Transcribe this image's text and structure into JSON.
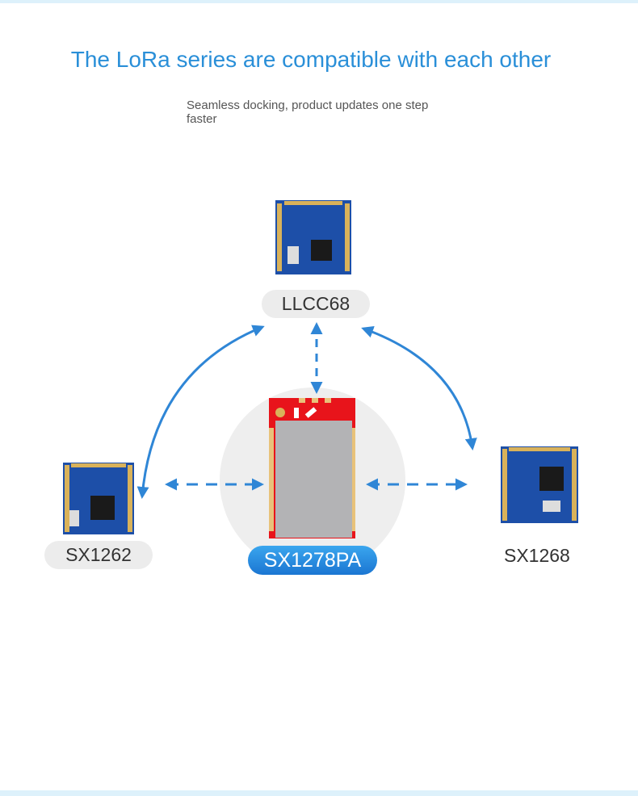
{
  "header": {
    "title": "The LoRa series are compatible with each other",
    "subtitle": "Seamless docking, product updates one step faster"
  },
  "modules": {
    "top": "LLCC68",
    "left": "SX1262",
    "right": "SX1268",
    "center": "SX1278PA"
  },
  "colors": {
    "accent": "#2a8fd8",
    "arrow": "#2f86d6",
    "pcb_blue": "#1d4fa8",
    "pcb_red": "#e8141b"
  }
}
